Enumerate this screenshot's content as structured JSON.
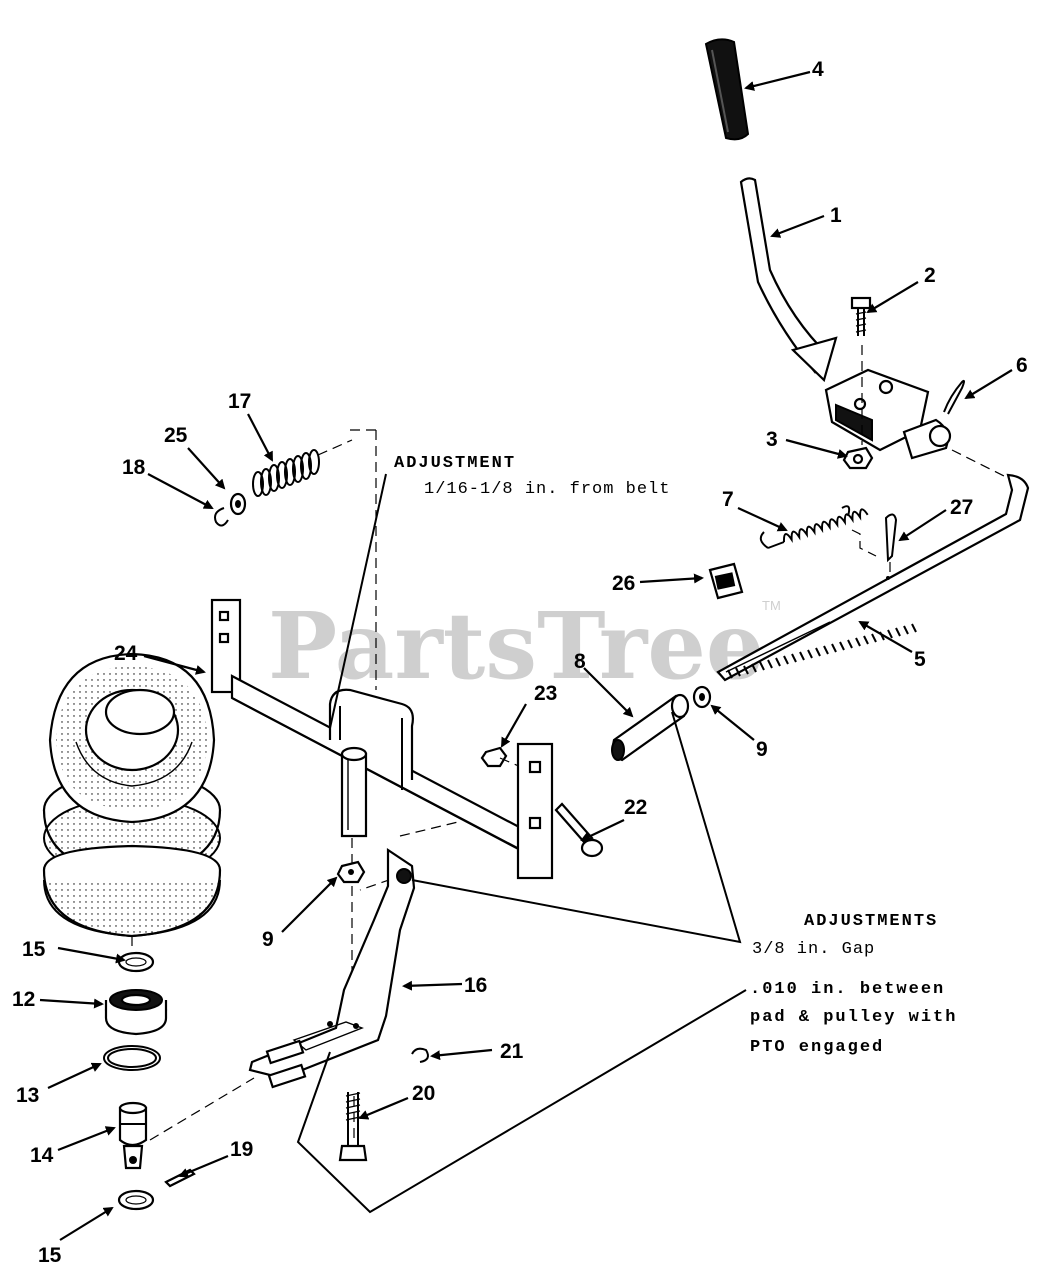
{
  "watermark": {
    "text": "PartsTree",
    "tm": "TM"
  },
  "adjustments": {
    "top_heading": "ADJUSTMENT",
    "top_detail": "1/16-1/8 in. from belt",
    "right_heading": "ADJUSTMENTS",
    "gap": "3/8 in. Gap",
    "pad_line1": ".010 in. between",
    "pad_line2": "pad & pulley with",
    "pad_line3": "PTO engaged"
  },
  "callouts": {
    "c1": "1",
    "c2": "2",
    "c3": "3",
    "c4": "4",
    "c5": "5",
    "c6": "6",
    "c7": "7",
    "c8": "8",
    "c9a": "9",
    "c9b": "9",
    "c12": "12",
    "c13": "13",
    "c14": "14",
    "c15a": "15",
    "c15b": "15",
    "c16": "16",
    "c17": "17",
    "c18": "18",
    "c19": "19",
    "c20": "20",
    "c21": "21",
    "c22": "22",
    "c23": "23",
    "c24": "24",
    "c25": "25",
    "c26": "26",
    "c27": "27"
  }
}
